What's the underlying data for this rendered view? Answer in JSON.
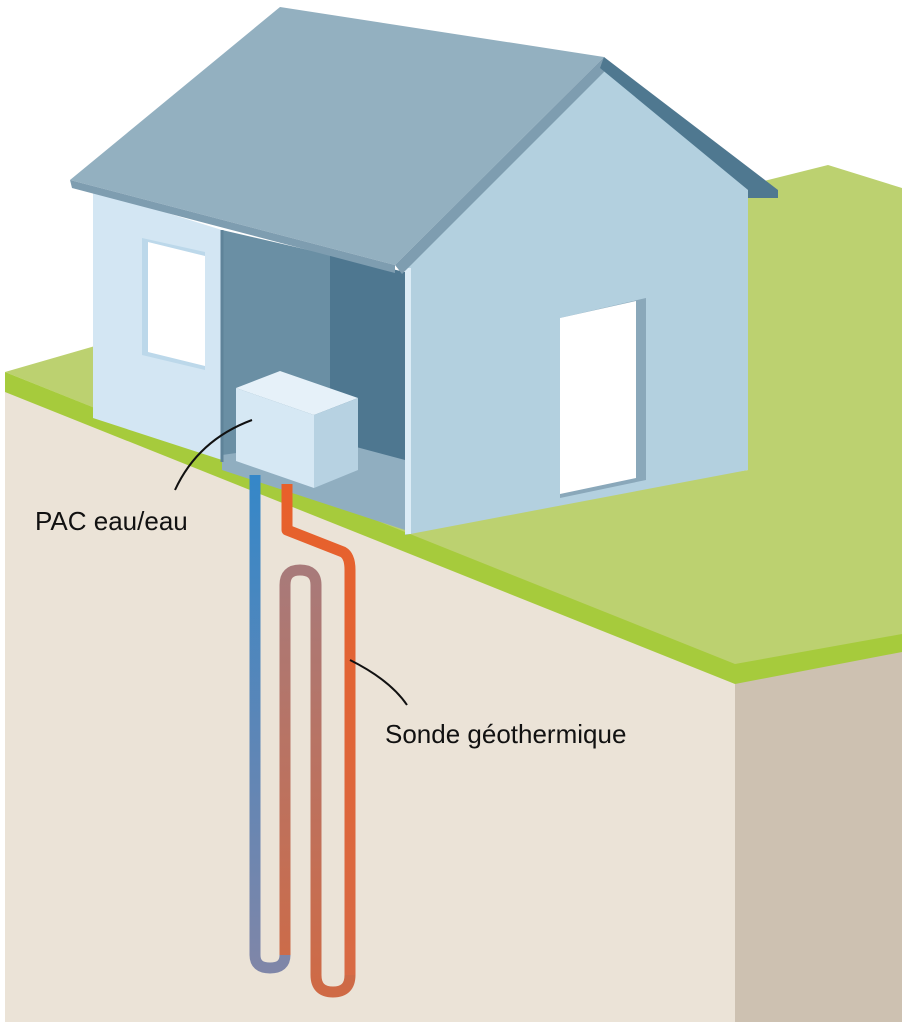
{
  "diagram": {
    "subject": "Pompe à chaleur géothermique avec sonde verticale",
    "labels": {
      "heat_pump": "PAC eau/eau",
      "probe": "Sonde géothermique"
    },
    "colors": {
      "background": "#ffffff",
      "roof": "#93b0c0",
      "roof_edge": "#7e9db0",
      "roof_dark_edge": "#4f7890",
      "wall_light": "#d3e6f3",
      "wall_gable": "#b3d0df",
      "interior_back": "#6a8fa4",
      "interior_side": "#4e7790",
      "interior_floor": "#90aec0",
      "window": "#ffffff",
      "unit_front": "#d6e8f4",
      "unit_side": "#b7d2e2",
      "unit_top": "#e6f1f9",
      "grass_top": "#bcd170",
      "grass_edge": "#a6cb3c",
      "soil_front": "#ebe3d7",
      "soil_side": "#cdc1b1",
      "pipe_cold": "#3587c8",
      "pipe_hot": "#e8602a",
      "pipe_mixed": "#a87a7a",
      "leader_line": "#111111"
    }
  }
}
